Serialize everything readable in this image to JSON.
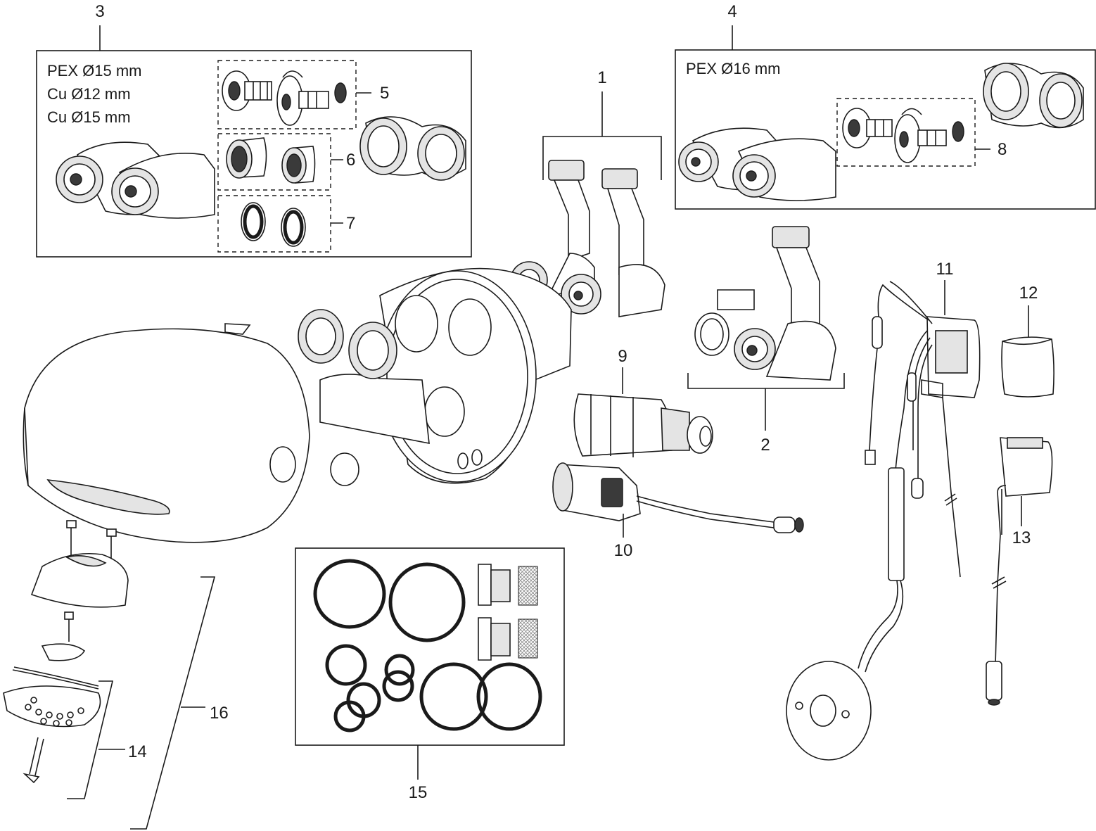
{
  "callouts": {
    "c1": "1",
    "c2": "2",
    "c3": "3",
    "c4": "4",
    "c5": "5",
    "c6": "6",
    "c7": "7",
    "c8": "8",
    "c9": "9",
    "c10": "10",
    "c11": "11",
    "c12": "12",
    "c13": "13",
    "c14": "14",
    "c15": "15",
    "c16": "16"
  },
  "box3": {
    "line1": "PEX Ø15 mm",
    "line2": "Cu Ø12 mm",
    "line3": "Cu Ø15 mm"
  },
  "box4": {
    "line1": "PEX Ø16 mm"
  }
}
